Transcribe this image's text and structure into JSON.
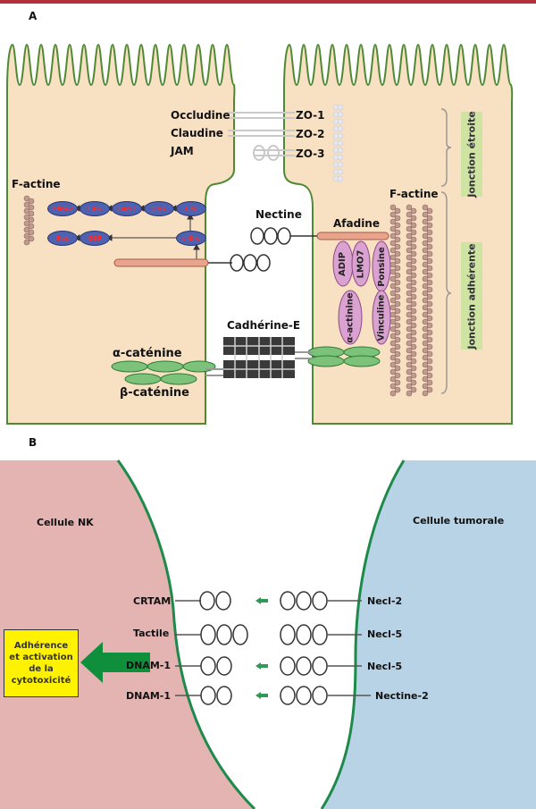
{
  "panelA": {
    "letter": "A",
    "tight_junction": {
      "proteins": [
        "Occludine",
        "Claudine",
        "JAM"
      ],
      "zo": [
        "ZO-1",
        "ZO-2",
        "ZO-3"
      ],
      "region_label": "Jonction étroite"
    },
    "adherens": {
      "region_label": "Jonction adhérente",
      "nectine": "Nectine",
      "afadine": "Afadine",
      "factin_left": "F-actine",
      "factin_right": "F-actine",
      "cadherine": "Cadhérine-E",
      "alpha_catenine": "α-caténine",
      "beta_catenine": "β-caténine",
      "vertical_proteins": [
        "ADIP",
        "LMO7",
        "Ponsine",
        "α-actinine",
        "Vinculine"
      ]
    },
    "signaling": {
      "row1": [
        "cdc42",
        "FRG",
        "Rap1",
        "C3G",
        "Crk"
      ],
      "row2": [
        "Rac",
        "GEF",
        "c-Src"
      ]
    }
  },
  "panelB": {
    "letter": "B",
    "left_cell": "Cellule NK",
    "right_cell": "Cellule tumorale",
    "pairs": [
      {
        "left": "CRTAM",
        "right": "Necl-2"
      },
      {
        "left": "Tactile",
        "right": "Necl-5"
      },
      {
        "left": "DNAM-1",
        "right": "Necl-5"
      },
      {
        "left": "DNAM-1",
        "right": "Nectine-2"
      }
    ],
    "callout": "Adhérence\net activation\nde la\ncytotoxicité"
  },
  "colors": {
    "top_bar": "#b2303a",
    "cell_fill": "#f8e0c3",
    "cell_outline": "#4e8a34",
    "nk_cell": "#e3b4b2",
    "tumor_cell": "#b8d2e6",
    "membrane": "#1e8a4a",
    "tag_green": "#cfe3a3",
    "callout_yellow": "#fff200",
    "arrow_green": "#0f8f3c",
    "node_blue": "#4f62b0"
  }
}
